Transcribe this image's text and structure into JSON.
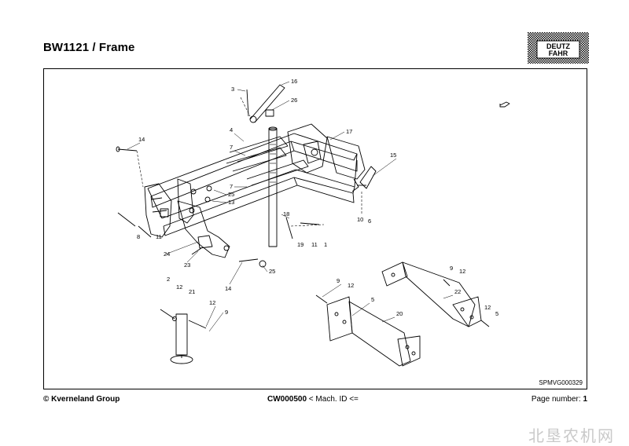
{
  "header": {
    "title": "BW1121 / Frame",
    "logo_line1": "DEUTZ",
    "logo_line2": "FAHR"
  },
  "drawing": {
    "reference": "SPMVG000329",
    "callouts": [
      {
        "id": "c3",
        "text": "3"
      },
      {
        "id": "c16",
        "text": "16"
      },
      {
        "id": "c26",
        "text": "26"
      },
      {
        "id": "c17",
        "text": "17"
      },
      {
        "id": "c4",
        "text": "4"
      },
      {
        "id": "c14a",
        "text": "14"
      },
      {
        "id": "c7a",
        "text": "7"
      },
      {
        "id": "c7b",
        "text": "7"
      },
      {
        "id": "c25a",
        "text": "25"
      },
      {
        "id": "c13",
        "text": "13"
      },
      {
        "id": "c15",
        "text": "15"
      },
      {
        "id": "c10",
        "text": "10"
      },
      {
        "id": "c6",
        "text": "6"
      },
      {
        "id": "c18",
        "text": "18"
      },
      {
        "id": "c19",
        "text": "19"
      },
      {
        "id": "c11a",
        "text": "11"
      },
      {
        "id": "c1",
        "text": "1"
      },
      {
        "id": "c8",
        "text": "8"
      },
      {
        "id": "c11b",
        "text": "11"
      },
      {
        "id": "c24",
        "text": "24"
      },
      {
        "id": "c23",
        "text": "23"
      },
      {
        "id": "c25b",
        "text": "25"
      },
      {
        "id": "c14b",
        "text": "14"
      },
      {
        "id": "c2",
        "text": "2"
      },
      {
        "id": "c12a",
        "text": "12"
      },
      {
        "id": "c21",
        "text": "21"
      },
      {
        "id": "c12b",
        "text": "12"
      },
      {
        "id": "c9a",
        "text": "9"
      },
      {
        "id": "c9b",
        "text": "9"
      },
      {
        "id": "c12c",
        "text": "12"
      },
      {
        "id": "c5a",
        "text": "5"
      },
      {
        "id": "c20",
        "text": "20"
      },
      {
        "id": "c9c",
        "text": "9"
      },
      {
        "id": "c12d",
        "text": "12"
      },
      {
        "id": "c22",
        "text": "22"
      },
      {
        "id": "c12e",
        "text": "12"
      },
      {
        "id": "c5b",
        "text": "5"
      }
    ]
  },
  "footer": {
    "copyright": "© Kverneland Group",
    "code": "CW000500",
    "mach_id": " < Mach. ID <=",
    "page_label": "Page number: ",
    "page_number": "1"
  },
  "watermark": "北垦农机网"
}
